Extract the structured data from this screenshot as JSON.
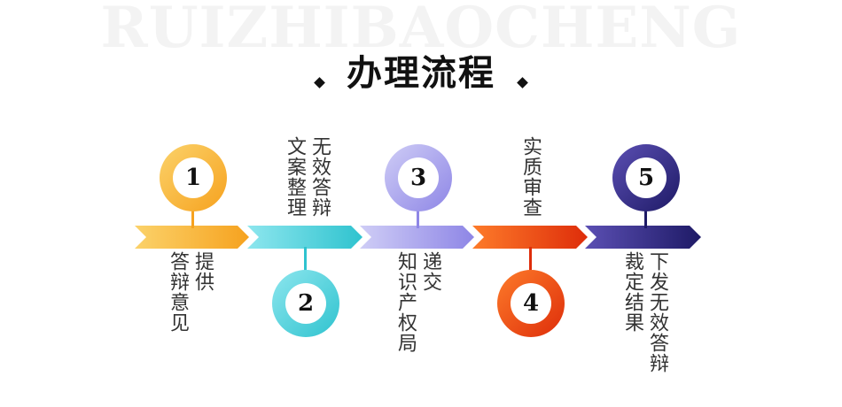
{
  "watermark": "RUIZHIBAOCHENG",
  "title": "办理流程",
  "steps": [
    {
      "number": "1",
      "text": "提供\n答辩意见",
      "colors": [
        "#fbd26a",
        "#f6a21f"
      ]
    },
    {
      "number": "2",
      "text": "无效答辩\n文案整理",
      "colors": [
        "#8de6ee",
        "#2fc3cf"
      ]
    },
    {
      "number": "3",
      "text": "递交\n知识产权局",
      "colors": [
        "#cfcdf6",
        "#8e86e6"
      ]
    },
    {
      "number": "4",
      "text": "实质审查",
      "colors": [
        "#fd7b2a",
        "#de2d0a"
      ]
    },
    {
      "number": "5",
      "text": "下发无效答辩\n裁定结果",
      "colors": [
        "#5b4fb3",
        "#1e1a66"
      ]
    }
  ]
}
